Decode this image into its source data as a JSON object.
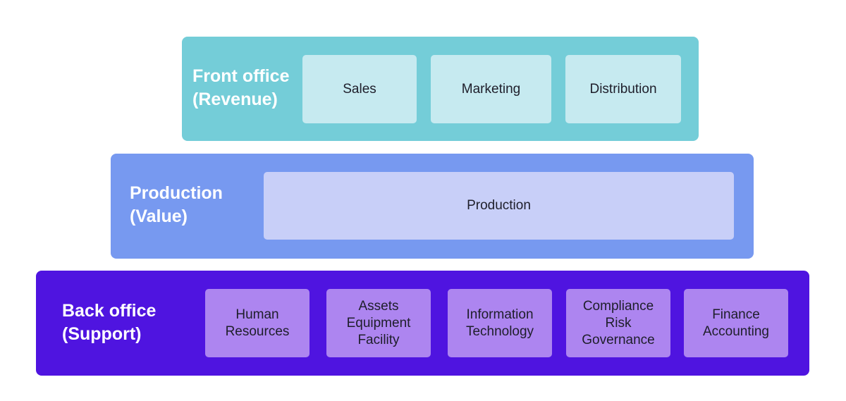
{
  "front_office": {
    "title": "Front office\n(Revenue)",
    "boxes": [
      "Sales",
      "Marketing",
      "Distribution"
    ]
  },
  "production": {
    "title": "Production\n(Value)",
    "boxes": [
      "Production"
    ]
  },
  "back_office": {
    "title": "Back office\n(Support)",
    "boxes": [
      "Human\nResources",
      "Assets\nEquipment\nFacility",
      "Information\nTechnology",
      "Compliance\nRisk\nGovernance",
      "Finance\nAccounting"
    ]
  },
  "colors": {
    "front_tier": "#74cdd8",
    "front_box": "#c6eaf0",
    "production_tier": "#7799f0",
    "production_box": "#c8cff8",
    "back_tier": "#4f14e0",
    "back_box": "#ad85f0"
  }
}
